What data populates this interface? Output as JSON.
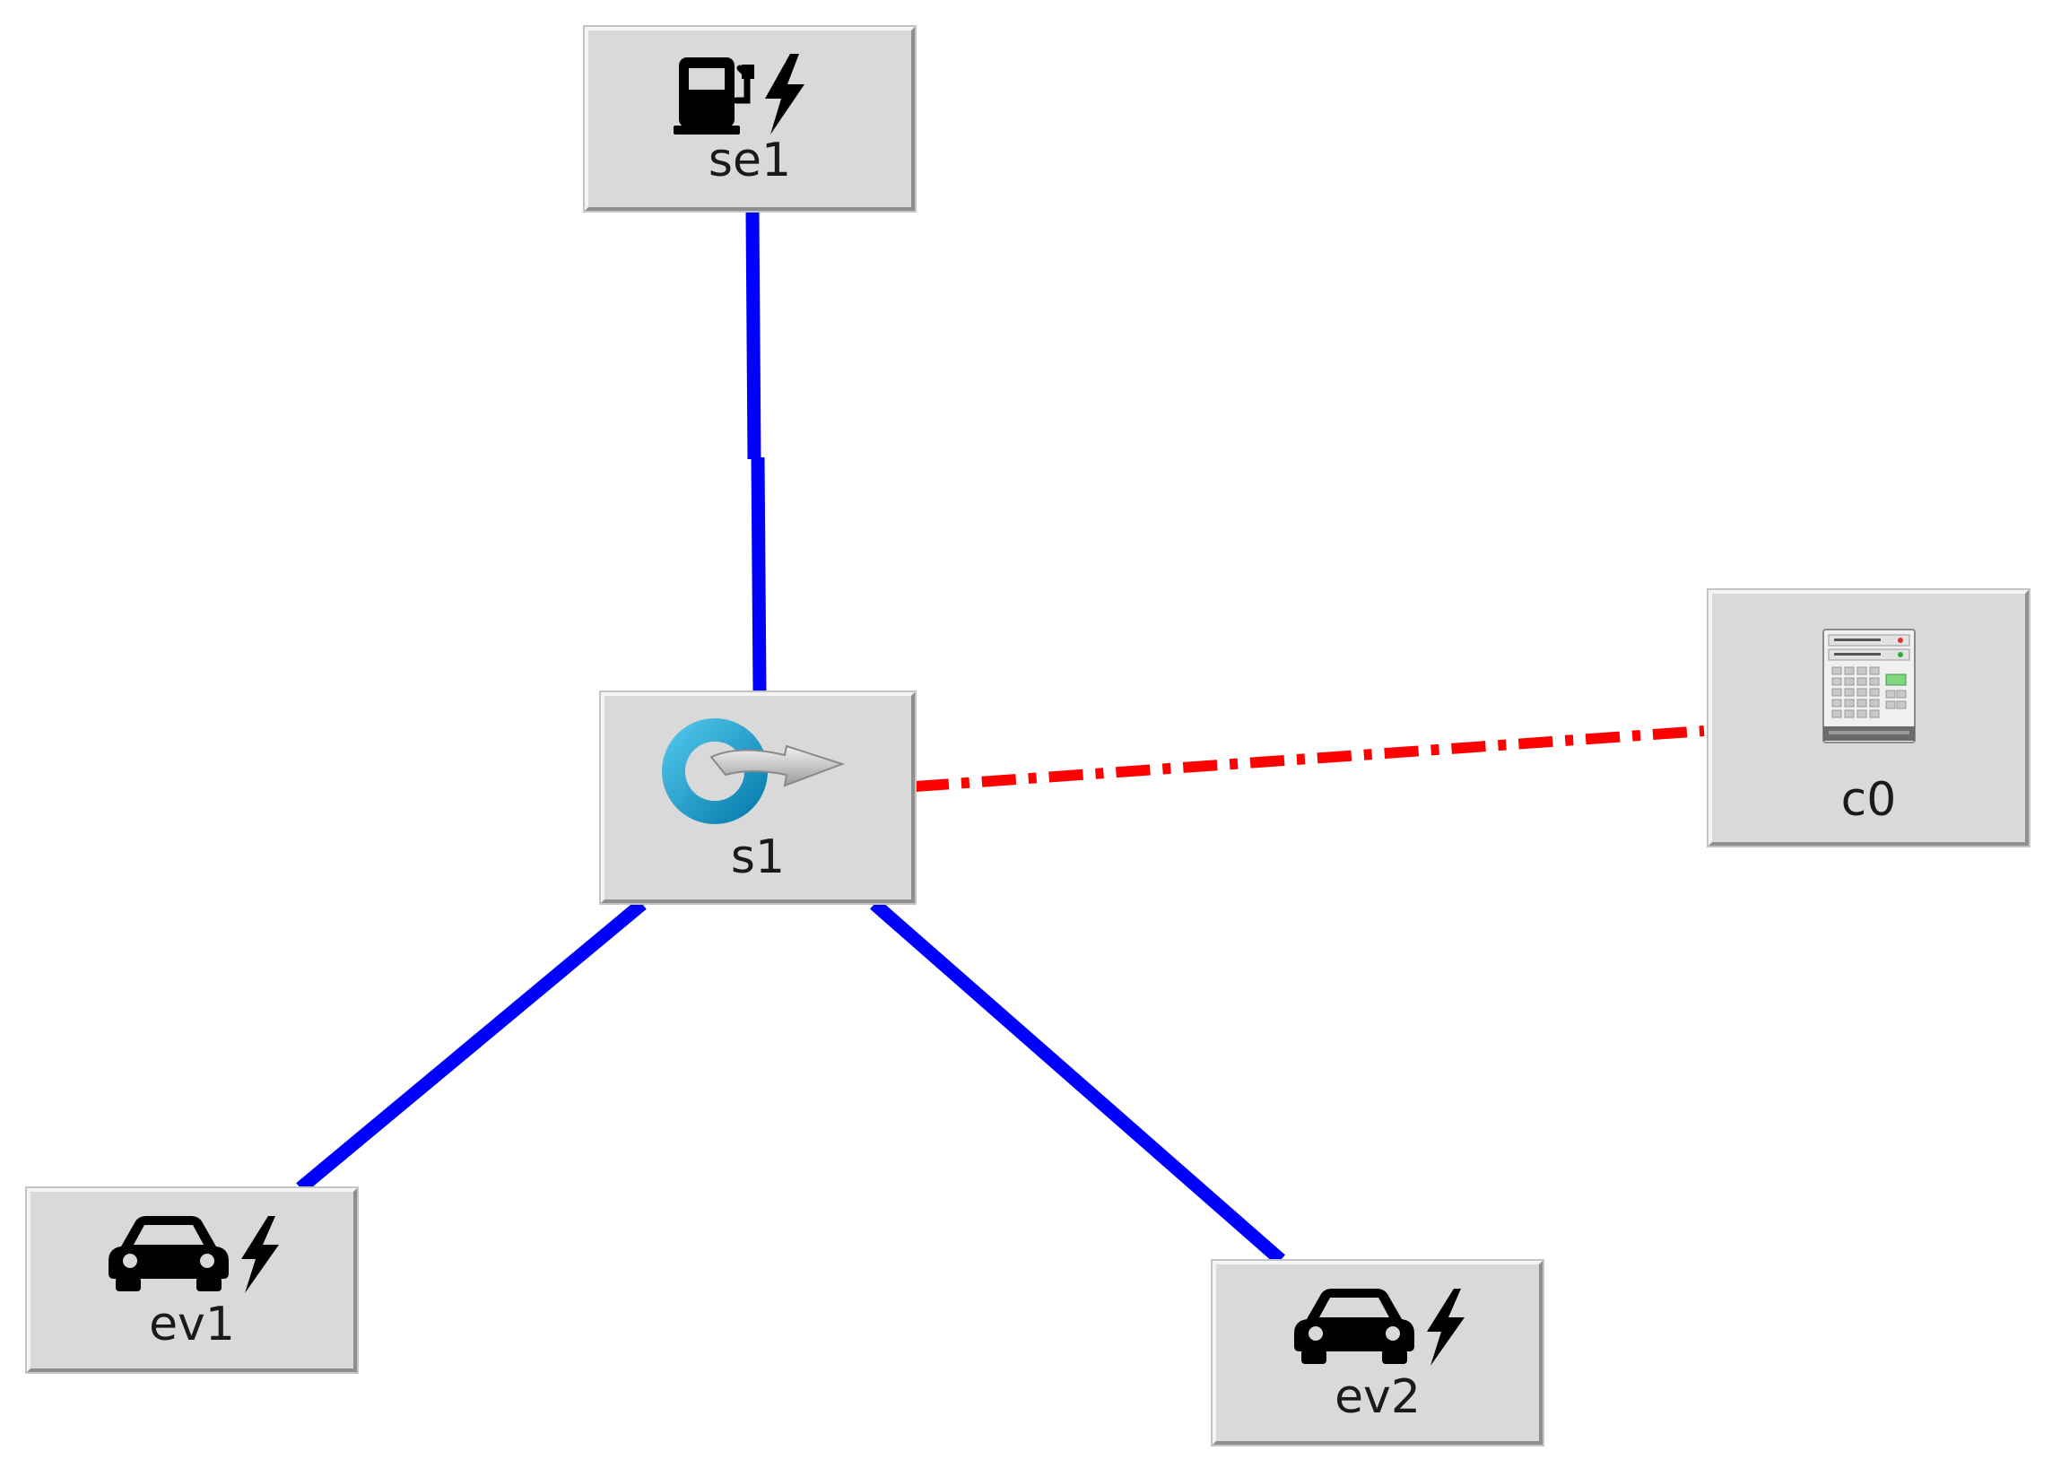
{
  "nodes": {
    "se1": {
      "label": "se1",
      "icon": "charging-station-icon"
    },
    "s1": {
      "label": "s1",
      "icon": "openflow-switch-icon"
    },
    "c0": {
      "label": "c0",
      "icon": "controller-server-icon"
    },
    "ev1": {
      "label": "ev1",
      "icon": "electric-car-icon"
    },
    "ev2": {
      "label": "ev2",
      "icon": "electric-car-icon"
    }
  },
  "links": [
    {
      "from": "se1",
      "to": "s1",
      "style": "solid",
      "color": "#0000ff"
    },
    {
      "from": "s1",
      "to": "ev1",
      "style": "solid",
      "color": "#0000ff"
    },
    {
      "from": "s1",
      "to": "ev2",
      "style": "solid",
      "color": "#0000ff"
    },
    {
      "from": "s1",
      "to": "c0",
      "style": "dash-dot",
      "color": "#ff0000"
    }
  ]
}
